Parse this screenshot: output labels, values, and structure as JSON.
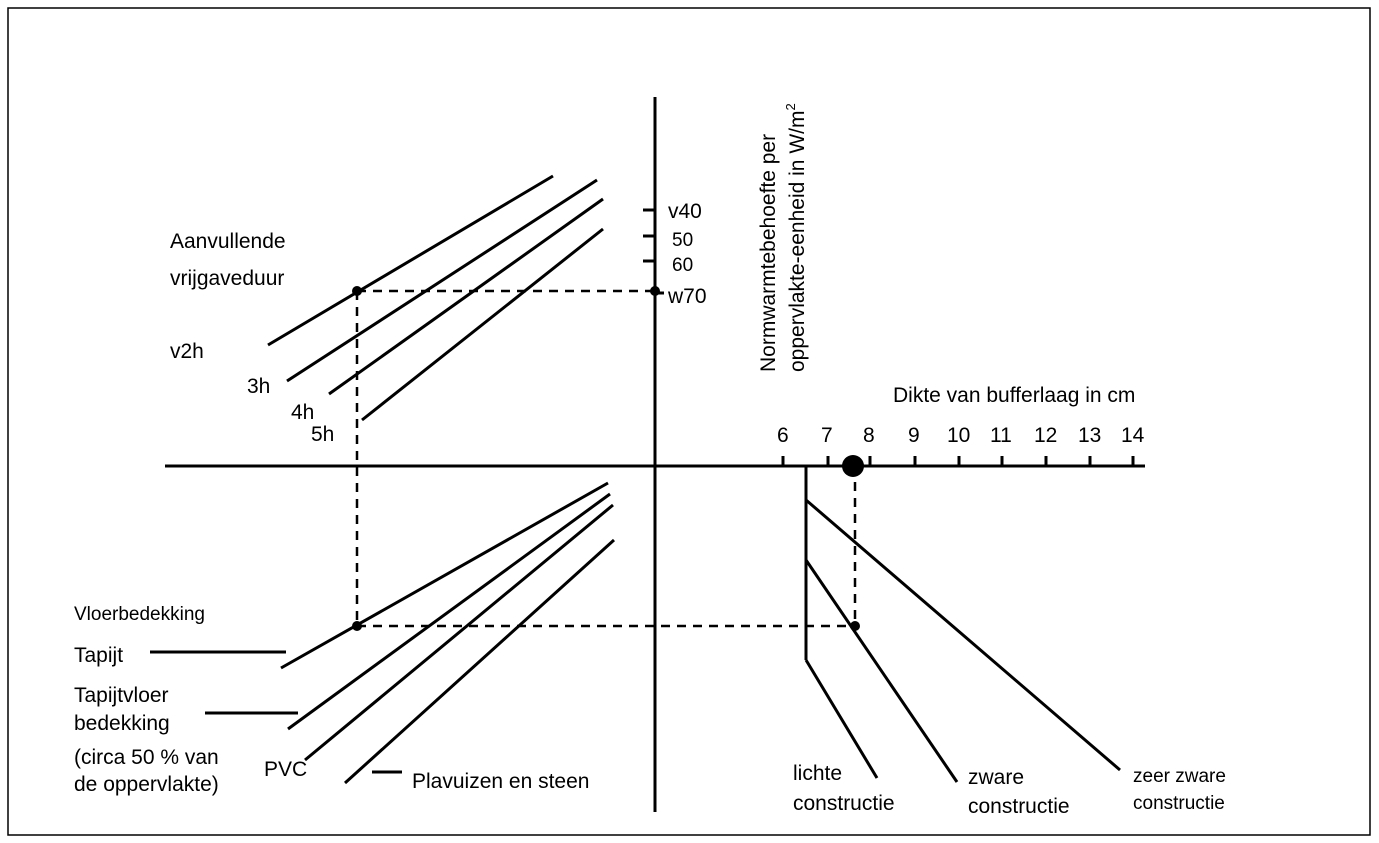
{
  "vertical_axis_label": {
    "line1": "Normwarmtebehoefte per",
    "line2": "oppervlakte-eenheid  in W/m",
    "superscript": "2"
  },
  "heat_ticks": [
    "v40",
    "50",
    "60",
    "w70"
  ],
  "horizontal_axis_label": "Dikte van bufferlaag in cm",
  "thickness_ticks": [
    "6",
    "7",
    "8",
    "9",
    "10",
    "11",
    "12",
    "13",
    "14"
  ],
  "duration_title": {
    "line1": "Aanvullende",
    "line2": "vrijgaveduur"
  },
  "duration_labels": [
    "v2h",
    "3h",
    "4h",
    "5h"
  ],
  "floor_title": "Vloerbedekking",
  "floor_labels": {
    "tapijt": "Tapijt",
    "tapijtvloer_1": "Tapijtvloer",
    "tapijtvloer_2": "bedekking",
    "tapijtvloer_3": "(circa 50 % van",
    "tapijtvloer_4": "de oppervlakte)",
    "pvc": "PVC",
    "plavuizen": "Plavuizen en steen"
  },
  "construction_labels": {
    "light_1": "lichte",
    "light_2": "constructie",
    "heavy_1": "zware",
    "heavy_2": "constructie",
    "very_heavy_1": "zeer zware",
    "very_heavy_2": "constructie"
  }
}
